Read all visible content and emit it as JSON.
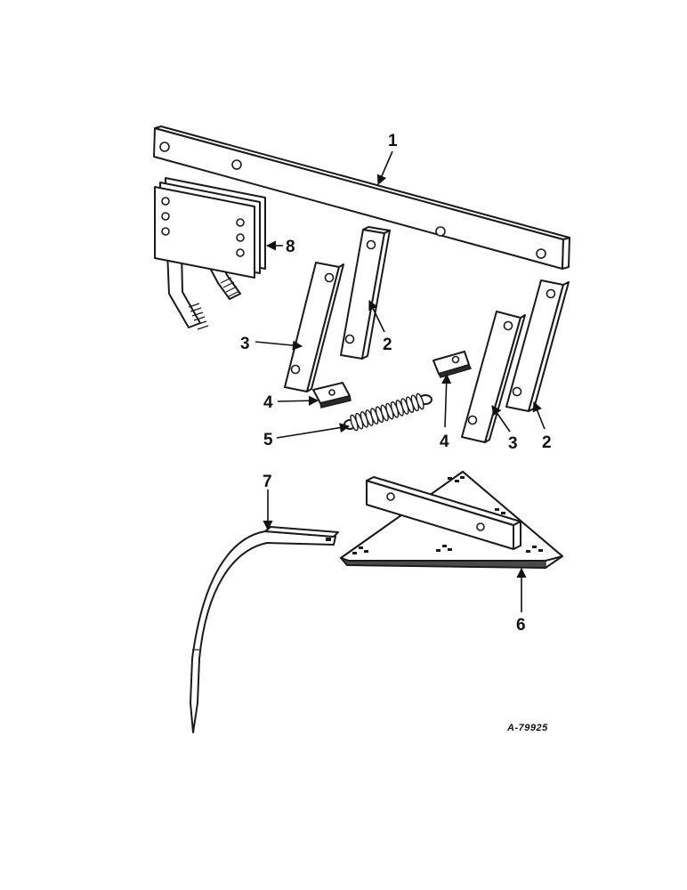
{
  "callouts": {
    "p1": "1",
    "p2a": "2",
    "p2b": "2",
    "p3a": "3",
    "p3b": "3",
    "p4a": "4",
    "p4b": "4",
    "p5": "5",
    "p6": "6",
    "p7": "7",
    "p8": "8"
  },
  "drawing_number": "A-79925"
}
